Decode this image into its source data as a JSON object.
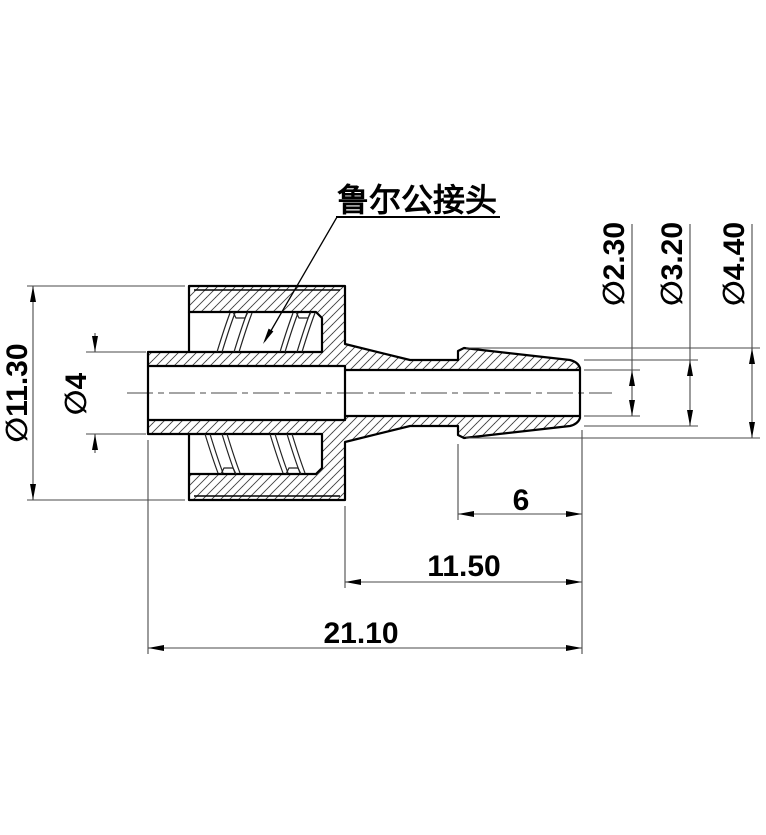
{
  "drawing": {
    "callout": "鲁尔公接头",
    "dims": {
      "collar_od": "∅11.30",
      "luer_od": "∅4",
      "bore_id": "∅2.30",
      "stem_od": "∅3.20",
      "barb_od": "∅4.40",
      "barb_len": "6",
      "stem_len": "11.50",
      "overall_len": "21.10"
    },
    "colors": {
      "outline": "#000000",
      "thin_line": "#4a4a4a",
      "hatch": "#3f3f3f",
      "background": "#ffffff"
    }
  }
}
